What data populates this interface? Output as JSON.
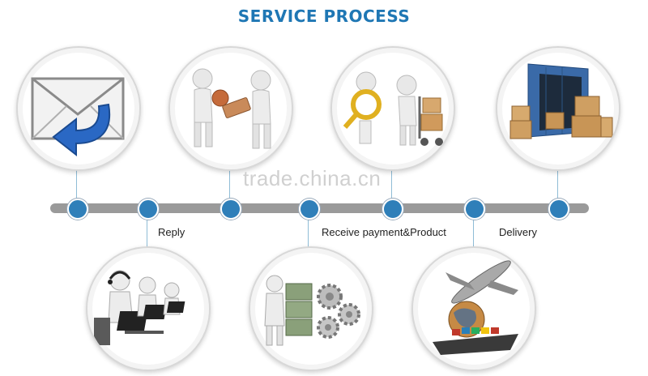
{
  "title": "SERVICE PROCESS",
  "colors": {
    "title": "#1f77b4",
    "node": "#2f7fb9",
    "timeline": "#9a9a9a",
    "connector": "#8fbcd6"
  },
  "steps": [
    {
      "icon": "email-reply-icon",
      "label": ""
    },
    {
      "icon": "customer-service-icon",
      "label": "Reply"
    },
    {
      "icon": "handshake-icon",
      "label": ""
    },
    {
      "icon": "money-and-gears-icon",
      "label": "Receive payment&Product"
    },
    {
      "icon": "inspection-cart-icon",
      "label": ""
    },
    {
      "icon": "airplane-ship-globe-icon",
      "label": "Delivery"
    },
    {
      "icon": "shipping-container-icon",
      "label": ""
    }
  ],
  "watermark": "trade.china.cn"
}
